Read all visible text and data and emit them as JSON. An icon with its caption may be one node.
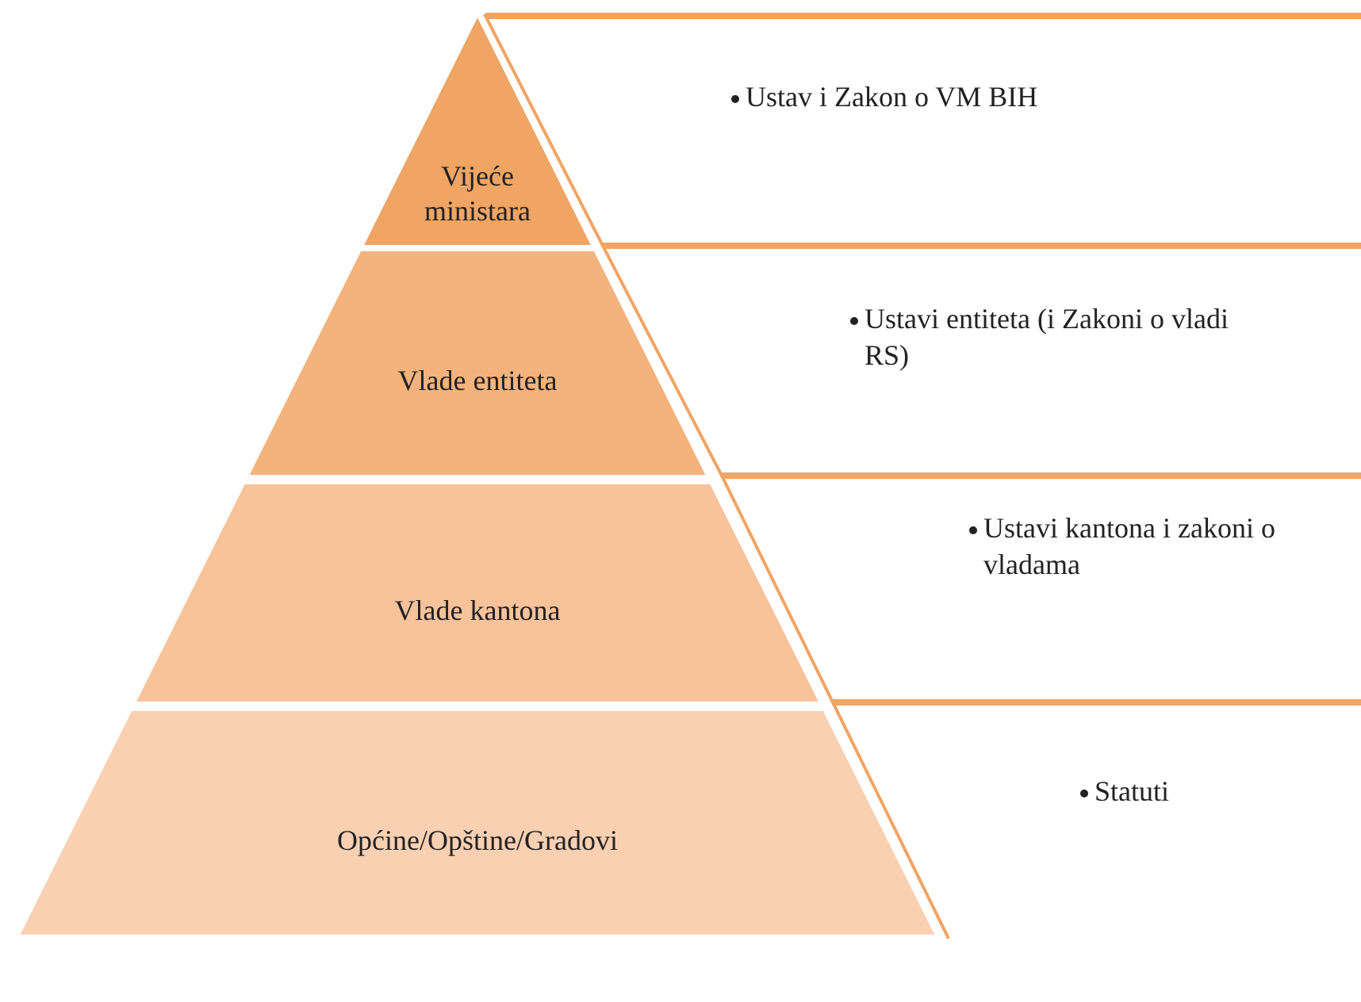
{
  "diagram": {
    "nodes": [
      {
        "text": [
          "Vijeće ministara"
        ]
      },
      {
        "text": [
          "Ustav i Zakon o VM BIH"
        ]
      },
      {
        "text": [
          "Vlade entiteta"
        ]
      },
      {
        "text": [
          "Ustavi entiteta (i Zakoni o vladi RS)"
        ]
      },
      {
        "text": [
          "Vlade kantona"
        ]
      },
      {
        "text": [
          "Ustavi kantona i zakoni o vladama"
        ]
      },
      {
        "text": [
          "Općine/Opštine/Gradovi"
        ]
      },
      {
        "text": [
          "Statuti"
        ]
      }
    ]
  }
}
